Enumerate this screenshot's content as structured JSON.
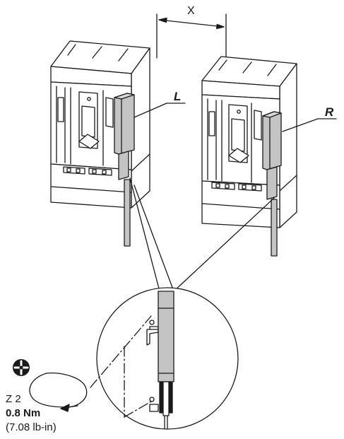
{
  "labels": {
    "dimension": "X",
    "left": "L",
    "right": "R"
  },
  "torque": {
    "tool": "Z 2",
    "value": "0.8 Nm",
    "imperial": "(7.08 lb-in)"
  },
  "icons": {
    "tool_icon": "cross-screwdriver-icon",
    "rotation": "clockwise-rotation-arrow-icon"
  },
  "colors": {
    "line": "#1a1a1a",
    "fill_body": "#ffffff",
    "fill_cover": "#c4c4c4",
    "fill_dark": "#1a1a1a"
  }
}
